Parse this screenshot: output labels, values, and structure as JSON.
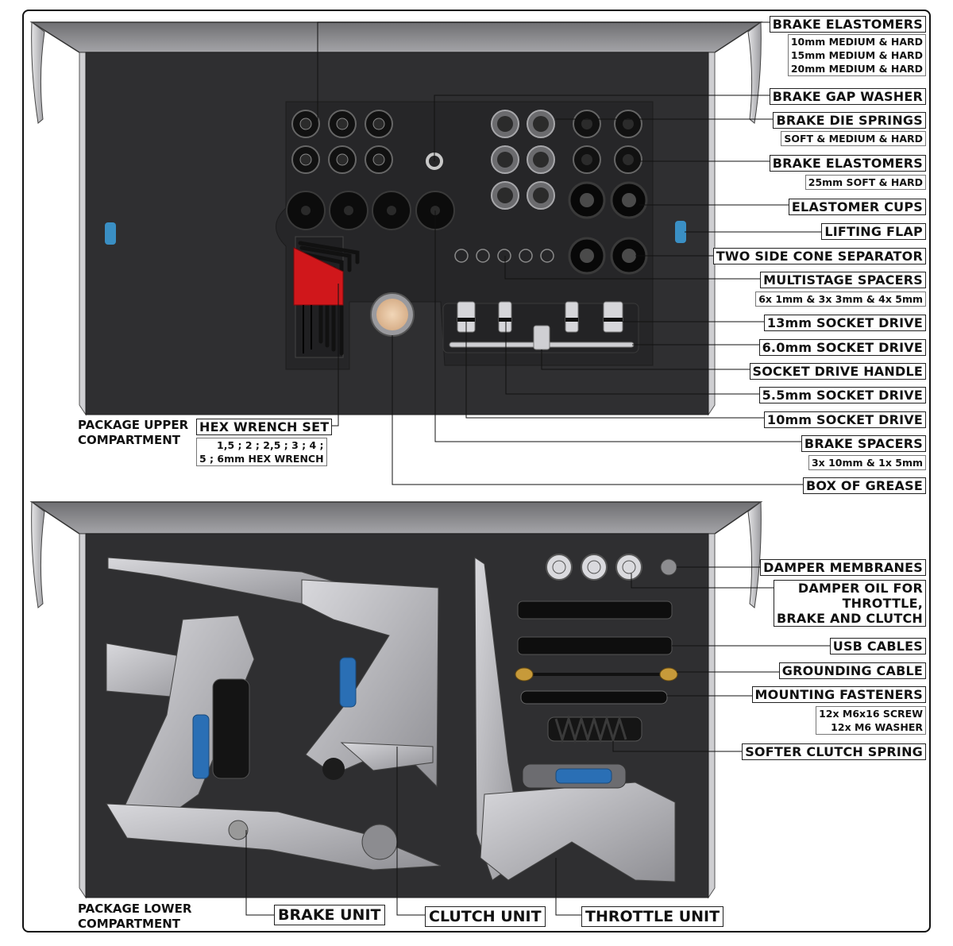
{
  "upper": {
    "title": [
      "PACKAGE UPPER",
      "COMPARTMENT"
    ],
    "callouts": {
      "brake_elastomers_1": {
        "label": "BRAKE ELASTOMERS",
        "details": [
          "10mm MEDIUM & HARD",
          "15mm MEDIUM & HARD",
          "20mm MEDIUM & HARD"
        ]
      },
      "brake_gap_washer": {
        "label": "BRAKE GAP WASHER"
      },
      "brake_die_springs": {
        "label": "BRAKE DIE SPRINGS",
        "details": [
          "SOFT & MEDIUM & HARD"
        ]
      },
      "brake_elastomers_2": {
        "label": "BRAKE ELASTOMERS",
        "details": [
          "25mm SOFT & HARD"
        ]
      },
      "elastomer_cups": {
        "label": "ELASTOMER CUPS"
      },
      "lifting_flap": {
        "label": "LIFTING FLAP"
      },
      "two_side_cone_separator": {
        "label": "TWO SIDE CONE SEPARATOR"
      },
      "multistage_spacers": {
        "label": "MULTISTAGE SPACERS",
        "details": [
          "6x 1mm & 3x 3mm & 4x 5mm"
        ]
      },
      "socket_13mm": {
        "label": "13mm SOCKET DRIVE"
      },
      "socket_6mm": {
        "label": "6.0mm SOCKET DRIVE"
      },
      "socket_handle": {
        "label": "SOCKET DRIVE HANDLE"
      },
      "socket_5_5mm": {
        "label": "5.5mm SOCKET DRIVE"
      },
      "socket_10mm": {
        "label": "10mm SOCKET DRIVE"
      },
      "brake_spacers": {
        "label": "BRAKE SPACERS",
        "details": [
          "3x 10mm & 1x 5mm"
        ]
      },
      "box_of_grease": {
        "label": "BOX OF GREASE"
      },
      "hex_wrench_set": {
        "label": "HEX WRENCH SET",
        "details": [
          "1,5 ; 2 ; 2,5 ; 3 ; 4 ;",
          "5 ; 6mm HEX WRENCH"
        ]
      }
    }
  },
  "lower": {
    "title": [
      "PACKAGE LOWER",
      "COMPARTMENT"
    ],
    "callouts": {
      "damper_membranes": {
        "label": "DAMPER MEMBRANES"
      },
      "damper_oil": {
        "label": [
          "DAMPER OIL FOR",
          "THROTTLE,",
          "BRAKE AND CLUTCH"
        ]
      },
      "usb_cables": {
        "label": "USB CABLES"
      },
      "grounding_cable": {
        "label": "GROUNDING CABLE"
      },
      "mounting_fasteners": {
        "label": "MOUNTING FASTENERS",
        "details": [
          "12x M6x16 SCREW",
          "12x M6 WASHER"
        ]
      },
      "softer_clutch_spring": {
        "label": "SOFTER CLUTCH SPRING"
      },
      "brake_unit": {
        "label": "BRAKE UNIT"
      },
      "clutch_unit": {
        "label": "CLUTCH UNIT"
      },
      "throttle_unit": {
        "label": "THROTTLE UNIT"
      }
    }
  },
  "colors": {
    "tray_dark": "#2f2f31",
    "tray_lid": "#8d8d90",
    "hex_wrench_red": "#d0171b",
    "lifting_flap_blue": "#3a8fc4",
    "damper_blue": "#2a6fb5",
    "pedal_metal": "#b9b9bd",
    "grease_lid": "#e8c7a4"
  }
}
